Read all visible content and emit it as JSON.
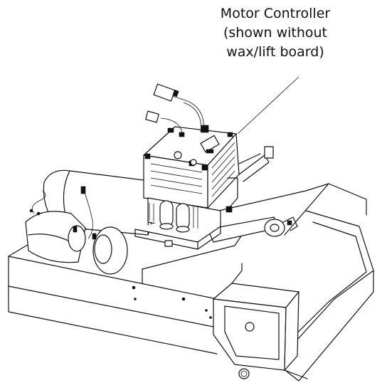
{
  "callout": {
    "line1": "Motor Controller",
    "line2": "(shown without",
    "line3": "wax/lift board)"
  },
  "colors": {
    "ink": "#111111",
    "paper": "#ffffff"
  }
}
